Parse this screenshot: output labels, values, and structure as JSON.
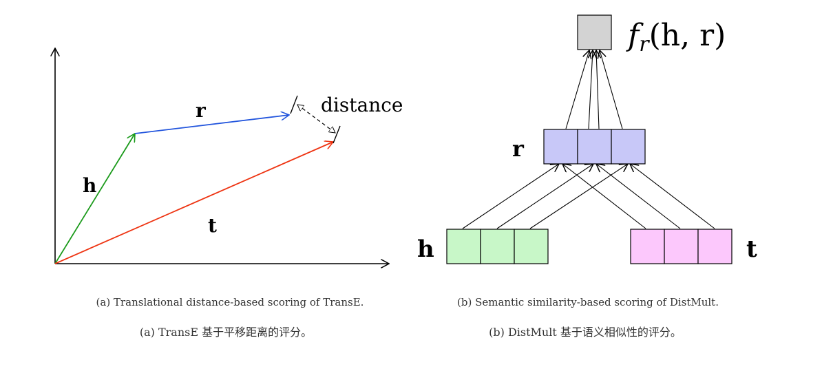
{
  "panel_a": {
    "labels": {
      "h": "h",
      "r": "r",
      "t": "t",
      "distance": "distance"
    },
    "colors": {
      "h": "#1a9a1a",
      "r": "#2255dd",
      "t": "#ee3311",
      "axes": "#000000"
    },
    "caption_en": "(a) Translational distance-based scoring of TransE.",
    "caption_zh": "(a) TransE 基于平移距离的评分。"
  },
  "panel_b": {
    "labels": {
      "h": "h",
      "r": "r",
      "t": "t"
    },
    "score_fn": {
      "f": "f",
      "sub": "r",
      "args": "(h, r)"
    },
    "colors": {
      "h": "#c8f7c8",
      "r": "#c8c8f8",
      "t": "#fcc8fc",
      "score": "#d3d3d3"
    },
    "caption_en": "(b) Semantic similarity-based scoring of DistMult.",
    "caption_zh": "(b) DistMult 基于语义相似性的评分。"
  }
}
